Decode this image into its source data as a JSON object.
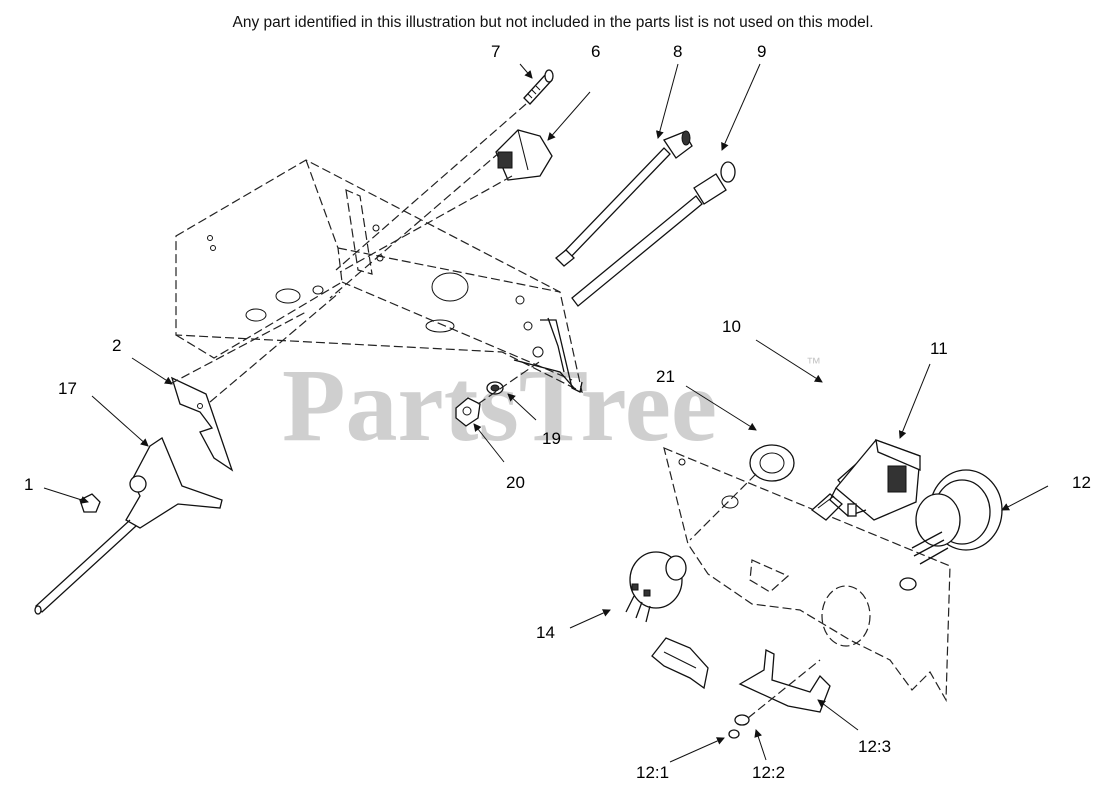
{
  "diagram": {
    "note": "Any part identified in this illustration but not included in the parts list is not used on this model.",
    "watermark": "PartsTree",
    "watermark_tm": "™",
    "callouts": {
      "c1": "1",
      "c2": "2",
      "c6": "6",
      "c7": "7",
      "c8": "8",
      "c9": "9",
      "c10": "10",
      "c11": "11",
      "c12": "12",
      "c12_1": "12:1",
      "c12_2": "12:2",
      "c12_3": "12:3",
      "c14": "14",
      "c17": "17",
      "c19": "19",
      "c20": "20",
      "c21": "21"
    }
  }
}
